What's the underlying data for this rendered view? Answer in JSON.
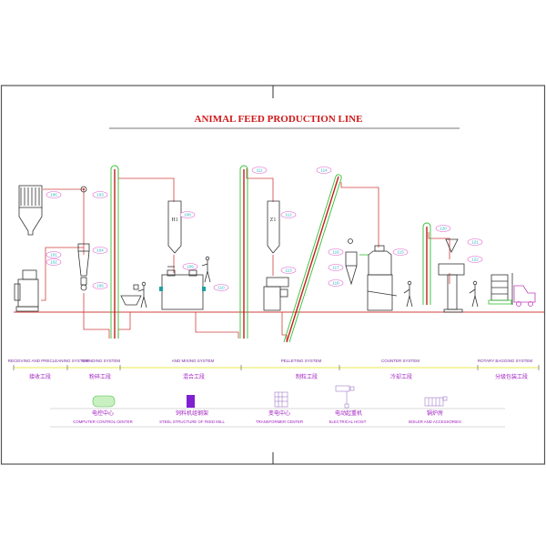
{
  "title": "ANIMAL FEED PRODUCTION LINE",
  "colors": {
    "title": "#d01818",
    "pipe": "#d04040",
    "elevator": "#30c030",
    "label": "#a020c0",
    "tag_text": "#20b0c0"
  },
  "equipment_tags": [
    "106",
    "103",
    "101",
    "102",
    "104",
    "105",
    "108",
    "109",
    "110",
    "111",
    "112",
    "113",
    "114",
    "116",
    "117",
    "118",
    "115",
    "120",
    "121",
    "122"
  ],
  "bin_labels": [
    "H1",
    "Z1"
  ],
  "sections": [
    {
      "en": "RECEIVING AND PRECLEANING SYSTEM",
      "zh": "接收工段"
    },
    {
      "en": "GRINDING SYSTEM",
      "zh": "粉碎工段"
    },
    {
      "en": "AND MIXING SYSTEM",
      "zh": "混合工段"
    },
    {
      "en": "PELLETING SYSTEM",
      "zh": "制粒工段"
    },
    {
      "en": "COUNTER SYSTEM",
      "zh": "冷却工段"
    },
    {
      "en": "ROTARY BAGGING SYSTEM",
      "zh": "分级包装工段"
    }
  ],
  "facilities": [
    {
      "zh": "电控中心",
      "en": "COMPUTER CONTROL CENTER",
      "icon": "control-cabinet-icon"
    },
    {
      "zh": "饲料机组钢架",
      "en": "STEEL STRUCTURE OF FEED MILL",
      "icon": "steel-structure-icon"
    },
    {
      "zh": "变电中心",
      "en": "TRANSFORMER CENTER",
      "icon": "transformer-icon"
    },
    {
      "zh": "电动起重机",
      "en": "ELECTRICAL HOIST",
      "icon": "hoist-icon"
    },
    {
      "zh": "锅炉房",
      "en": "BOILER  AND ACCESSORIES",
      "icon": "boiler-icon"
    }
  ]
}
